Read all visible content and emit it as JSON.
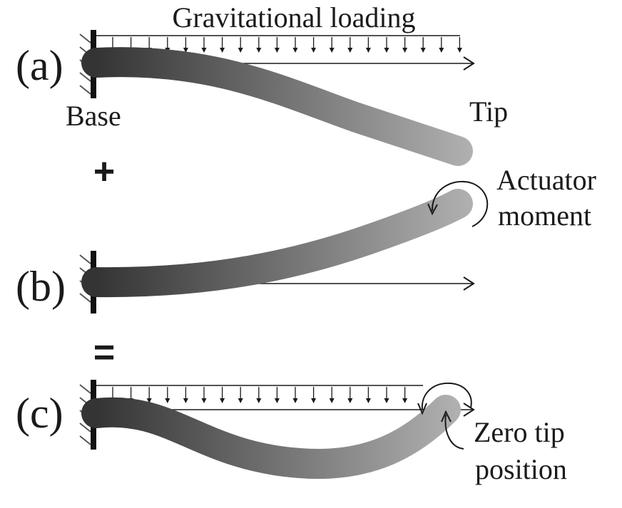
{
  "title": "Gravitational loading",
  "panels": {
    "a": {
      "label": "(a)",
      "base_label": "Base",
      "tip_label": "Tip"
    },
    "b": {
      "label": "(b)",
      "moment_label_line1": "Actuator",
      "moment_label_line2": "moment"
    },
    "c": {
      "label": "(c)",
      "zero_label_line1": "Zero tip",
      "zero_label_line2": "position"
    }
  },
  "operators": {
    "plus": "+",
    "equals": "="
  },
  "colors": {
    "beam_dark": "#3a3a3a",
    "beam_light": "#a8a8a8",
    "line": "#1a1a1a",
    "hatch": "#555555"
  }
}
